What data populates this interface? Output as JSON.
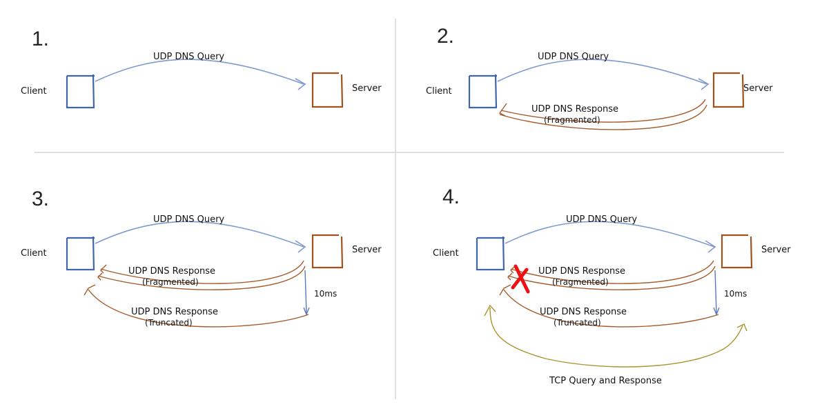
{
  "colors": {
    "client": "#3f66ad",
    "server": "#a0521c",
    "query": "#7f9acf",
    "response": "#a65a2a",
    "timer": "#5879bf",
    "tcp": "#a8952f",
    "blocked": "#ee1111",
    "divider": "#d6d6d6"
  },
  "panels": [
    {
      "number": "1.",
      "client_label": "Client",
      "server_label": "Server",
      "query_label": "UDP DNS Query"
    },
    {
      "number": "2.",
      "client_label": "Client",
      "server_label": "Server",
      "query_label": "UDP DNS Query",
      "fragmented_label_1": "UDP DNS Response",
      "fragmented_label_2": "(Fragmented)"
    },
    {
      "number": "3.",
      "client_label": "Client",
      "server_label": "Server",
      "query_label": "UDP DNS Query",
      "fragmented_label_1": "UDP DNS Response",
      "fragmented_label_2": "(Fragmented)",
      "truncated_label_1": "UDP DNS Response",
      "truncated_label_2": "(Truncated)",
      "delay_label": "10ms"
    },
    {
      "number": "4.",
      "client_label": "Client",
      "server_label": "Server",
      "query_label": "UDP DNS Query",
      "fragmented_label_1": "UDP DNS Response",
      "fragmented_label_2": "(Fragmented)",
      "truncated_label_1": "UDP DNS Response",
      "truncated_label_2": "(Truncated)",
      "delay_label": "10ms",
      "tcp_label": "TCP Query and Response",
      "fragmented_blocked": true
    }
  ]
}
